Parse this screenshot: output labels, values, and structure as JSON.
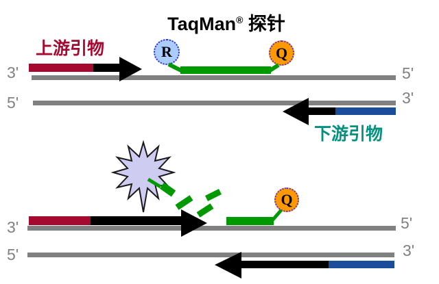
{
  "diagram_title": {
    "brand": "TaqMan",
    "registered_mark": "®",
    "suffix": " 探针"
  },
  "labels": {
    "upstream_primer": "上游引物",
    "downstream_primer": "下游引物",
    "reporter": "R",
    "quencher": "Q",
    "three_prime": "3'",
    "five_prime": "5'"
  },
  "colors": {
    "crimson": "#A6092F",
    "gray": "#808080",
    "green": "#009900",
    "orange": "#FF9900",
    "blue": "#1C4C9C",
    "teal": "#00917F",
    "black": "#000000",
    "lavender": "#CFCCF2",
    "light-blue": "#AACCFF",
    "burst-core": "#A9D6F2",
    "dot-blue": "#2A2AD4",
    "dot-purple": "#5B2EDC"
  }
}
